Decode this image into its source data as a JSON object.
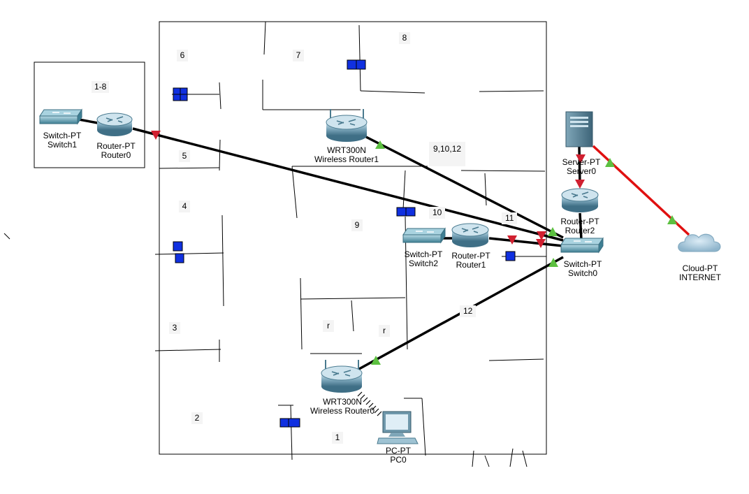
{
  "devices": {
    "switch1": {
      "type": "Switch-PT",
      "name": "Switch1"
    },
    "router0": {
      "type": "Router-PT",
      "name": "Router0"
    },
    "wireless_router1": {
      "type": "WRT300N",
      "name": "Wireless Router1"
    },
    "server0": {
      "type": "Server-PT",
      "name": "Server0"
    },
    "router2": {
      "type": "Router-PT",
      "name": "Router2"
    },
    "switch2": {
      "type": "Switch-PT",
      "name": "Switch2"
    },
    "router1": {
      "type": "Router-PT",
      "name": "Router1"
    },
    "switch0": {
      "type": "Switch-PT",
      "name": "Switch0"
    },
    "cloud": {
      "type": "Cloud-PT",
      "name": "INTERNET"
    },
    "wireless_router0": {
      "type": "WRT300N",
      "name": "Wireless Router0"
    },
    "pc0": {
      "type": "PC-PT",
      "name": "PC0"
    }
  },
  "labels": {
    "l_1_8": "1-8",
    "l_1": "1",
    "l_2": "2",
    "l_3": "3",
    "l_4": "4",
    "l_5": "5",
    "l_6": "6",
    "l_7": "7",
    "l_8": "8",
    "l_9": "9",
    "l_10": "10",
    "l_11": "11",
    "l_12": "12",
    "l_9_10_12": "9,10,12",
    "l_r1": "r",
    "l_r2": "r"
  },
  "colors": {
    "link": "#000000",
    "internet_link": "#e01010",
    "status_up": "#5cc040",
    "status_down": "#d02030",
    "wall_marker": "#1030e0"
  }
}
